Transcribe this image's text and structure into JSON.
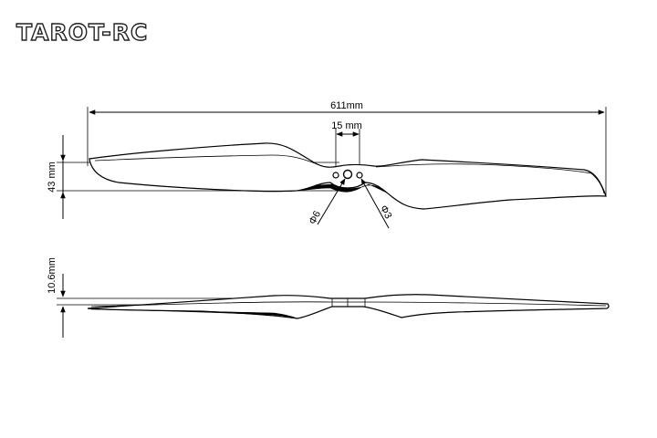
{
  "brand": {
    "logo_text": "TAROT-RC"
  },
  "top_view": {
    "span_label": "611mm",
    "hub_spacing_label": "15 mm",
    "chord_label": "43 mm",
    "center_hole_label": "Φ6",
    "side_hole_label": "Φ3"
  },
  "side_view": {
    "thickness_label": "10.6mm"
  },
  "colors": {
    "line": "#000000",
    "background": "#ffffff"
  }
}
